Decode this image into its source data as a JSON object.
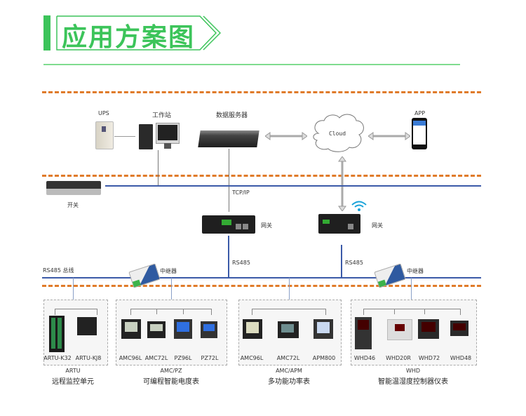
{
  "header": {
    "title": "应用方案图"
  },
  "colors": {
    "accent_green": "#3cc45a",
    "dash_orange": "#e07b2a",
    "bus_blue": "#3b5aa8"
  },
  "top_layer": {
    "ups": "UPS",
    "workstation": "工作站",
    "server": "数据服务器",
    "cloud": "Cloud",
    "app": "APP"
  },
  "network": {
    "switch": "开关",
    "tcpip": "TCP/IP",
    "gateway_wired": "网关",
    "gateway_wireless": "网关"
  },
  "bus": {
    "rs485_bus": "RS485 总线",
    "rs485_left": "RS485",
    "rs485_right": "RS485",
    "repeater_left": "中继器",
    "repeater_right": "中继器"
  },
  "groups": [
    {
      "devices": [
        "ARTU-K32",
        "ARTU-KJ8"
      ],
      "title": "ARTU",
      "subtitle": "远程监控单元"
    },
    {
      "devices": [
        "AMC96L",
        "AMC72L",
        "PZ96L",
        "PZ72L"
      ],
      "title": "AMC/PZ",
      "subtitle": "可编程智能电度表"
    },
    {
      "devices": [
        "AMC96L",
        "AMC72L",
        "APM800"
      ],
      "title": "AMC/APM",
      "subtitle": "多功能功率表"
    },
    {
      "devices": [
        "WHD46",
        "WHD20R",
        "WHD72",
        "WHD48"
      ],
      "title": "WHD",
      "subtitle": "智能温湿度控制器仪表"
    }
  ]
}
